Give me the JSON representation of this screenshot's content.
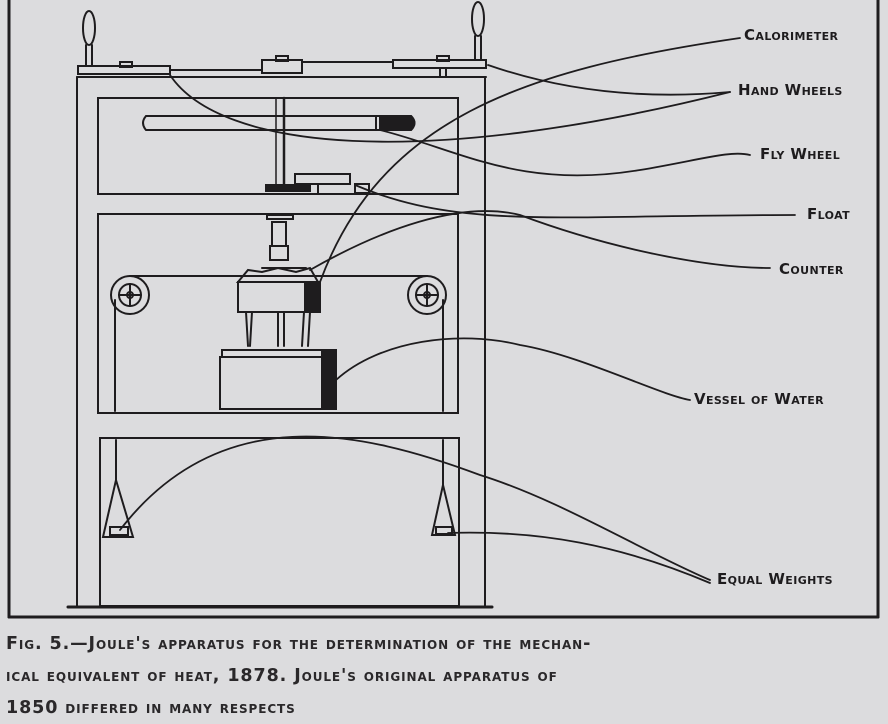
{
  "figure": {
    "labels": {
      "calorimeter": "Calorimeter",
      "hand_wheels": "Hand Wheels",
      "fly_wheel": "Fly Wheel",
      "float": "Float",
      "counter": "Counter",
      "vessel_of_water": "Vessel of Water",
      "equal_weights": "Equal Weights"
    },
    "caption": {
      "line1": "Fig. 5.—Joule's apparatus for the determination of the mechan-",
      "line2": "ical equivalent of heat, 1878.  Joule's original apparatus of",
      "line3": "1850 differed in many respects"
    },
    "colors": {
      "ink": "#1e1c1e",
      "paper": "#dcdcde"
    }
  }
}
